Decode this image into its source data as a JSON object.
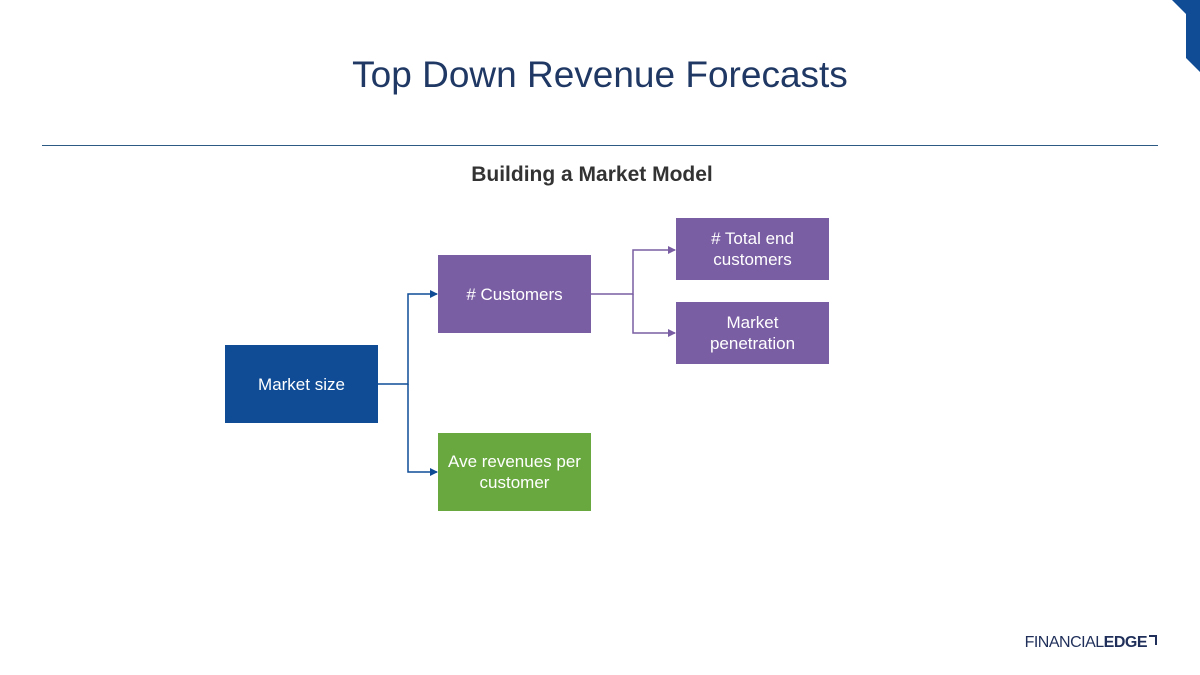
{
  "slide": {
    "title": "Top Down Revenue Forecasts",
    "subtitle": "Building a Market Model"
  },
  "diagram": {
    "nodes": {
      "market_size": "Market size",
      "customers": "# Customers",
      "ave_revenues": "Ave revenues per customer",
      "total_end_customers": "# Total end customers",
      "market_penetration": "Market penetration"
    }
  },
  "logo": {
    "light": "FINANCIAL",
    "bold": "EDGE"
  },
  "colors": {
    "title": "#1f3864",
    "blue_node": "#0f4c95",
    "purple_node": "#7a5ea3",
    "green_node": "#69a83f",
    "corner_accent": "#0f4c95"
  }
}
